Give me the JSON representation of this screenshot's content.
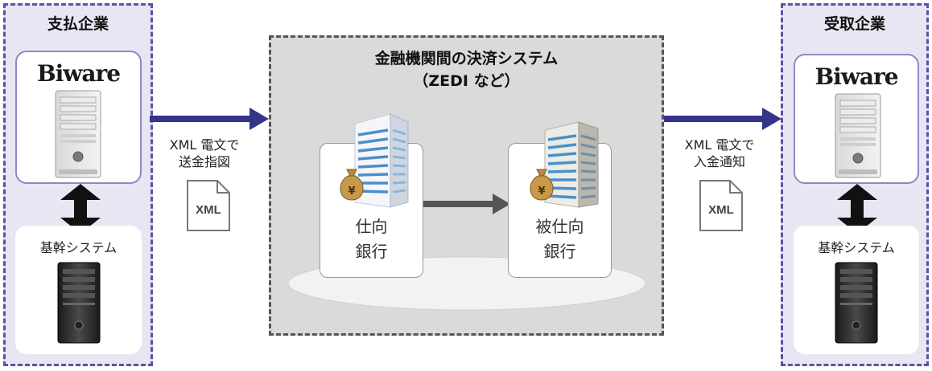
{
  "payer": {
    "title": "支払企業",
    "logo": "Biware",
    "system_label": "基幹システム"
  },
  "payee": {
    "title": "受取企業",
    "logo": "Biware",
    "system_label": "基幹システム"
  },
  "network": {
    "title_line1": "金融機関間の決済システム",
    "title_line2": "（ZEDI など）"
  },
  "banks": [
    {
      "line1": "仕向",
      "line2": "銀行"
    },
    {
      "line1": "被仕向",
      "line2": "銀行"
    }
  ],
  "messages": {
    "send": {
      "line1": "XML 電文で",
      "line2": "送金指図",
      "doc": "XML"
    },
    "notify": {
      "line1": "XML 電文で",
      "line2": "入金通知",
      "doc": "XML"
    }
  },
  "colors": {
    "company_bg": "#e8e6f3",
    "company_border": "#5b52a3",
    "arrow": "#35338a",
    "network_bg": "#dadada"
  },
  "icons": [
    "biware-logo",
    "server-icon",
    "tower-pc-icon",
    "bank-building-icon",
    "money-bag-icon",
    "xml-document-icon",
    "double-arrow-icon"
  ]
}
